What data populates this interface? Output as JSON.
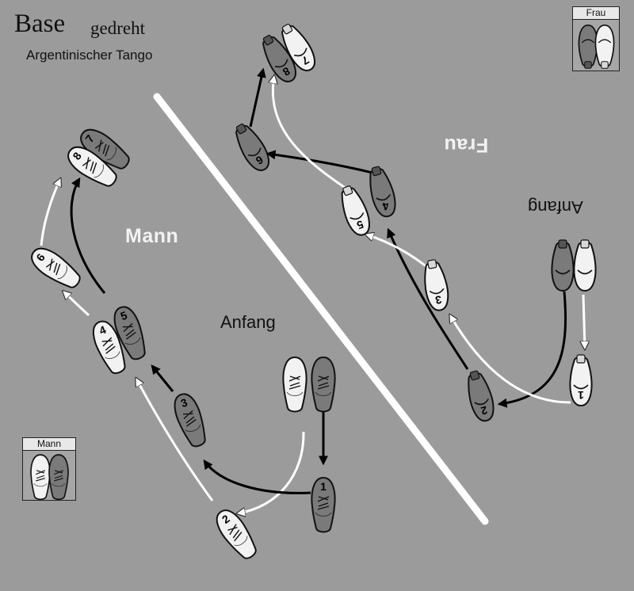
{
  "header": {
    "title": "Base",
    "title_suffix": "gedreht",
    "subtitle": "Argentinischer Tango"
  },
  "legend": {
    "woman": "Frau",
    "man": "Mann"
  },
  "diagram": {
    "man": {
      "label": "Mann",
      "start_label": "Anfang",
      "step_numbers": [
        "1",
        "2",
        "3",
        "4",
        "5",
        "6",
        "7",
        "8"
      ]
    },
    "woman": {
      "label": "Frau",
      "start_label": "Anfang",
      "step_numbers": [
        "1",
        "2",
        "3",
        "4",
        "5",
        "6",
        "7",
        "8"
      ]
    }
  },
  "colors": {
    "background": "#9b9b9b",
    "left_shoe": "#7b7b7b",
    "right_shoe": "#f2f2f2",
    "arrow_dark": "#000000",
    "arrow_light": "#ffffff",
    "divider": "#ffffff"
  }
}
